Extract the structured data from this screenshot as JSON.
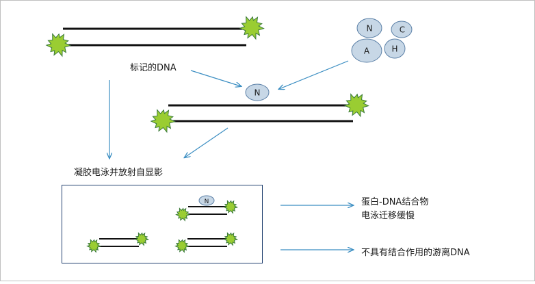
{
  "labels": {
    "labeled_dna": "标记的DNA",
    "gel_electrophoresis": "凝胶电泳并放射自显影",
    "complex_line1": "蛋白-DNA结合物",
    "complex_line2": "电泳迁移缓慢",
    "free_dna": "不具有结合作用的游离DNA"
  },
  "nucleotides": {
    "n": "N",
    "c": "C",
    "a": "A",
    "h": "H",
    "bound": "N",
    "gel_bound": "N"
  },
  "colors": {
    "strand": "#111111",
    "star_fill": "#9acd32",
    "star_stroke": "#3a7a3a",
    "bubble_fill": "#c7d7e6",
    "bubble_stroke": "#5a7fa6",
    "arrow": "#3b8ec2",
    "gel_border": "#1f3f6e",
    "page_border": "#bfbfbf"
  }
}
